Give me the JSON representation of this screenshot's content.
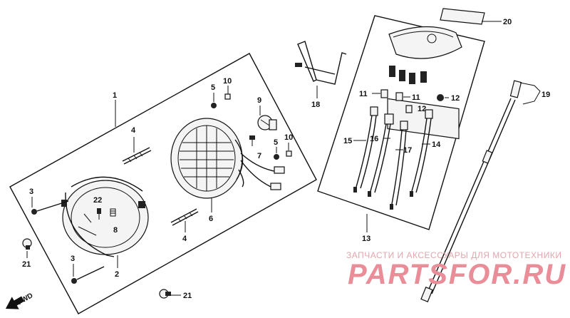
{
  "callouts": {
    "c1": "1",
    "c2": "2",
    "c3a": "3",
    "c3b": "3",
    "c4a": "4",
    "c4b": "4",
    "c5a": "5",
    "c5b": "5",
    "c6": "6",
    "c7": "7",
    "c8": "8",
    "c9": "9",
    "c10a": "10",
    "c10b": "10",
    "c11a": "11",
    "c11b": "11",
    "c12a": "12",
    "c12b": "12",
    "c13": "13",
    "c14": "14",
    "c15": "15",
    "c16": "16",
    "c17": "17",
    "c18": "18",
    "c19": "19",
    "c20": "20",
    "c21a": "21",
    "c21b": "21",
    "c22": "22"
  },
  "direction_marker": "FWD",
  "watermark": {
    "tagline": "ЗАПЧАСТИ И АКСЕССУАРЫ ДЛЯ МОТОТЕХНИКИ",
    "logo": "PARTSFOR.RU"
  },
  "colors": {
    "line": "#111111",
    "watermark": "#e98e98",
    "background": "#ffffff"
  }
}
